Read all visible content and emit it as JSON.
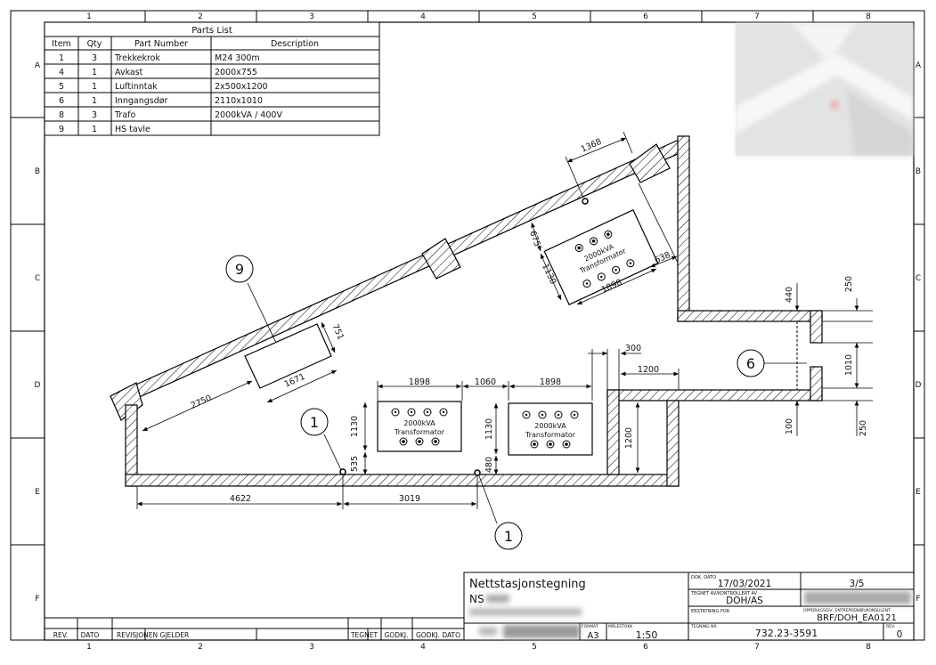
{
  "sheet": {
    "col_labels": [
      "1",
      "2",
      "3",
      "4",
      "5",
      "6",
      "7",
      "8"
    ],
    "row_labels": [
      "A",
      "B",
      "C",
      "D",
      "E",
      "F"
    ]
  },
  "parts_list": {
    "title": "Parts List",
    "headers": [
      "Item",
      "Qty",
      "Part Number",
      "Description"
    ],
    "rows": [
      [
        "1",
        "3",
        "Trekkekrok",
        "M24 300m"
      ],
      [
        "4",
        "1",
        "Avkast",
        "2000x755"
      ],
      [
        "5",
        "1",
        "Luftinntak",
        "2x500x1200"
      ],
      [
        "6",
        "1",
        "Inngangsdør",
        "2110x1010"
      ],
      [
        "8",
        "3",
        "Trafo",
        "2000kVA / 400V"
      ],
      [
        "9",
        "1",
        "HS tavle",
        ""
      ]
    ]
  },
  "drawing": {
    "transformer_label_1": "2000kVA",
    "transformer_label_2": "Transformator",
    "dims": {
      "d1368": "1368",
      "d675": "675",
      "d1130a": "1130",
      "d638": "638",
      "d1898a": "1898",
      "d440": "440",
      "d250a": "250",
      "d1010": "1010",
      "d250b": "250",
      "d100": "100",
      "d300": "300",
      "d1200a": "1200",
      "d1200b": "1200",
      "d1898b": "1898",
      "d1060": "1060",
      "d1898c": "1898",
      "d1130b": "1130",
      "d1130c": "1130",
      "d535": "535",
      "d480": "480",
      "d4622": "4622",
      "d3019": "3019",
      "d2750": "2750",
      "d1671": "1671",
      "d751": "751"
    },
    "balloons": {
      "b9": "9",
      "b1a": "1",
      "b1b": "1",
      "b6": "6"
    }
  },
  "title_block": {
    "title": "Nettstasjonstegning",
    "ns": "NS",
    "dok_dato_label": "DOK. DATO",
    "dok_dato": "17/03/2021",
    "sheet_no": "3/5",
    "tegnet_label": "TEGNET AV/KONTROLLERT AV",
    "tegnet": "DOH/AS",
    "erstatning_label": "ERSTATNING FOR",
    "oppdrag_label": "OPPDRAGSGIV, ENTREPRENØR/KONSULENT",
    "oppdrag": "BRF/DOH_EA0121",
    "format_label": "FORMAT",
    "format": "A3",
    "malestokk_label": "MÅLESTOKK",
    "malestokk": "1:50",
    "tegning_label": "TEGNING NR.",
    "tegning_nr": "732.23-3591",
    "rev_label": "REV.",
    "rev": "0"
  },
  "revision_block": {
    "headers": [
      "REV.",
      "DATO",
      "REVISJONEN GJELDER",
      "TEGNET",
      "GODKJ.",
      "GODKJ. DATO"
    ]
  }
}
